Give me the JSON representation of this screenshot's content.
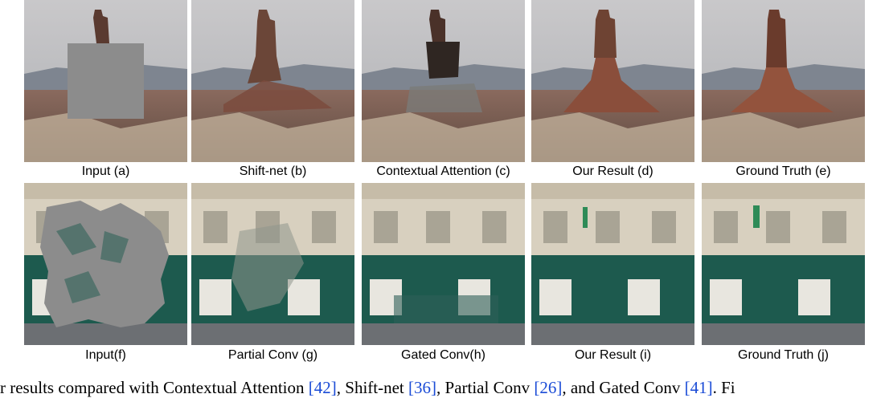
{
  "figure": {
    "row1_captions": [
      "Input (a)",
      "Shift-net (b)",
      "Contextual Attention (c)",
      "Our Result (d)",
      "Ground Truth (e)"
    ],
    "row2_captions": [
      "Input(f)",
      "Partial Conv (g)",
      "Gated Conv(h)",
      "Our Result (i)",
      "Ground Truth (j)"
    ],
    "caption_text": {
      "p1": "r results compared with Contextual Attention ",
      "r1": "[42]",
      "p2": ", Shift-net ",
      "r2": "[36]",
      "p3": ", Partial Conv ",
      "r3": "[26]",
      "p4": ", and Gated Conv ",
      "r4": "[41]",
      "p5": ". Fi"
    }
  },
  "colors": {
    "sky": "#bdbcbe",
    "rock": "#7a4b3a",
    "mask_gray": "#8c8c8c",
    "facade": "#d8d0bf",
    "storefront": "#1d5a4e",
    "link_blue": "#1a4bd6"
  }
}
